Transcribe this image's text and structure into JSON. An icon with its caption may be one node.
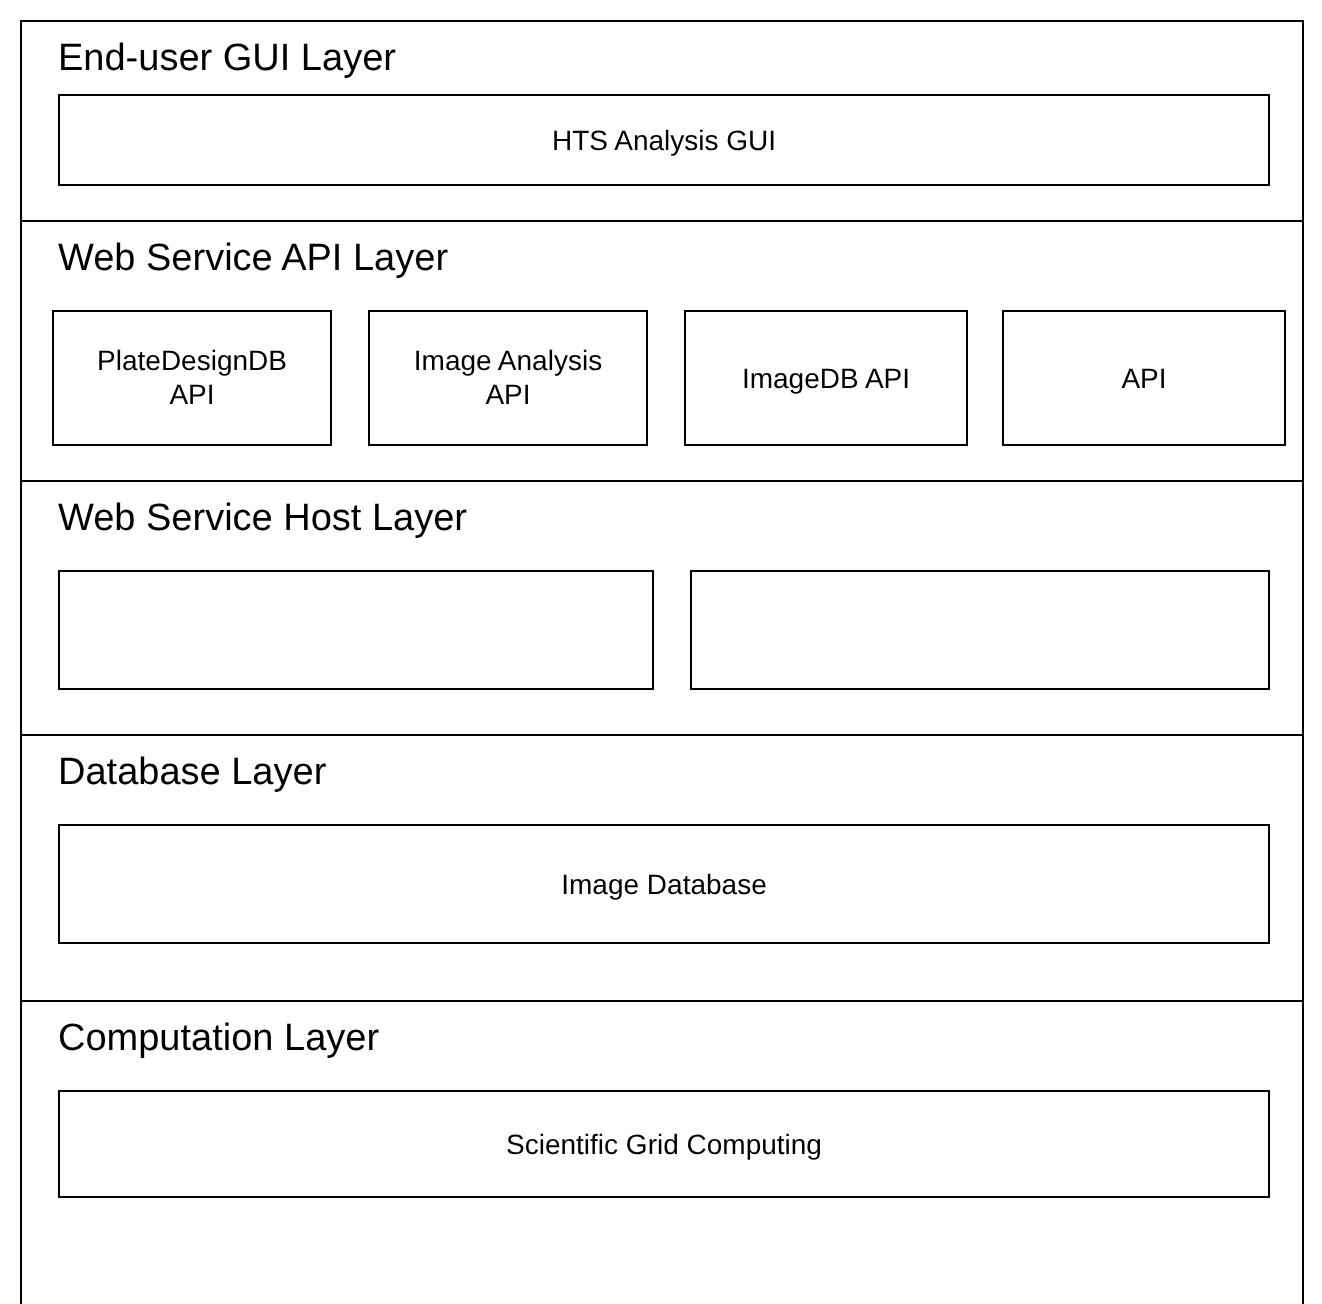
{
  "diagram": {
    "nodes": [
      {
        "text": [
          "End-user GUI Layer"
        ]
      },
      {
        "text": [
          "HTS Analysis GUI"
        ],
        "in": 0
      },
      {
        "text": [
          "Web Service API Layer"
        ]
      },
      {
        "text": [
          "PlateDesignDB API"
        ],
        "in": 2
      },
      {
        "text": [
          "Image Analysis API"
        ],
        "in": 2
      },
      {
        "text": [
          "ImageDB API"
        ],
        "in": 2
      },
      {
        "text": [
          "API"
        ],
        "in": 2
      },
      {
        "text": [
          "Web Service Host Layer"
        ]
      },
      {
        "text": [],
        "shape": "box",
        "in": 7
      },
      {
        "text": [],
        "shape": "box",
        "in": 7
      },
      {
        "text": [
          "Database Layer"
        ]
      },
      {
        "text": [
          "Image Database"
        ],
        "in": 10
      },
      {
        "text": [
          "Computation Layer"
        ]
      },
      {
        "text": [
          "Scientific Grid Computing"
        ],
        "in": 12
      }
    ]
  }
}
